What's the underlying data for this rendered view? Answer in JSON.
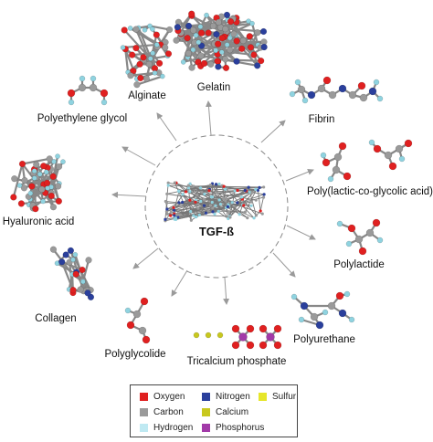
{
  "center": {
    "label": "TGF-ß"
  },
  "materials": [
    {
      "id": "alginate",
      "label": "Alginate"
    },
    {
      "id": "gelatin",
      "label": "Gelatin"
    },
    {
      "id": "fibrin",
      "label": "Fibrin"
    },
    {
      "id": "plga",
      "label": "Poly(lactic-co-glycolic acid)"
    },
    {
      "id": "polylactide",
      "label": "Polylactide"
    },
    {
      "id": "polyurethane",
      "label": "Polyurethane"
    },
    {
      "id": "tricalcium-phosphate",
      "label": "Tricalcium phosphate"
    },
    {
      "id": "polyglycolide",
      "label": "Polyglycolide"
    },
    {
      "id": "collagen",
      "label": "Collagen"
    },
    {
      "id": "hyaluronic-acid",
      "label": "Hyaluronic acid"
    },
    {
      "id": "polyethylene-glycol",
      "label": "Polyethylene glycol"
    }
  ],
  "legend": [
    {
      "label": "Oxygen",
      "color": "#e02020"
    },
    {
      "label": "Nitrogen",
      "color": "#2a3f9c"
    },
    {
      "label": "Sulfur",
      "color": "#e6e62a"
    },
    {
      "label": "Carbon",
      "color": "#9a9a9a"
    },
    {
      "label": "Calcium",
      "color": "#c8c81e"
    },
    {
      "label": "Hydrogen",
      "color": "#bfe9f2"
    },
    {
      "label": "Phosphorus",
      "color": "#a23aa8"
    }
  ],
  "colors": {
    "oxygen": "#e02020",
    "carbon": "#9a9a9a",
    "hydrogen": "#8fd3e0",
    "nitrogen": "#2a3f9c",
    "calcium": "#c8c81e",
    "phosphorus": "#a23aa8",
    "arrow": "#999999"
  }
}
